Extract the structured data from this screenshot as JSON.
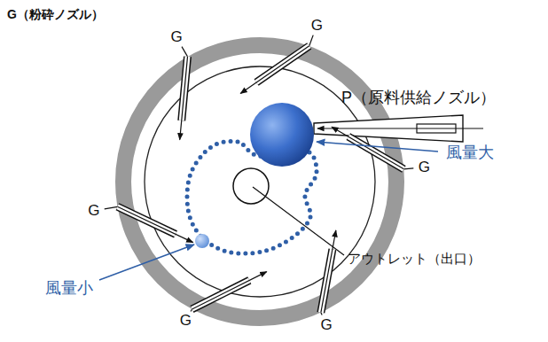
{
  "diagram": {
    "labels": [
      "G（粉砕ノズル）",
      "G",
      "G",
      "P（原料供給ノズル）",
      "風量大",
      "G",
      "G",
      "アウトレット（出口）",
      "風量小",
      "G",
      "G"
    ]
  }
}
